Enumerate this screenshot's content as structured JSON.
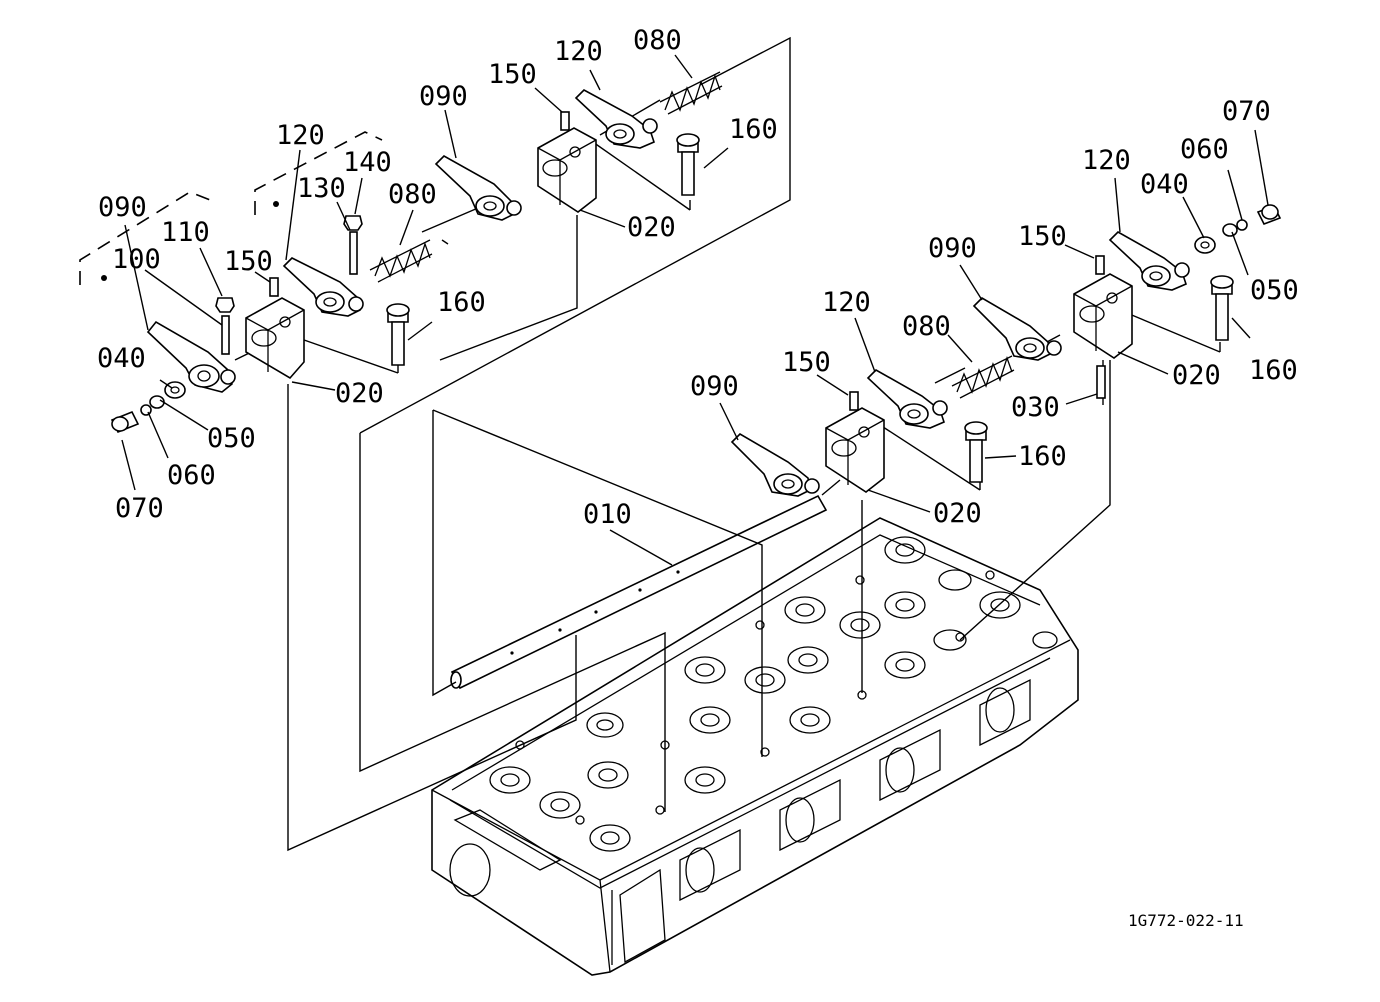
{
  "diagram": {
    "reference_code": "1G772-022-11",
    "labels": {
      "l010": "010",
      "l020a": "020",
      "l020b": "020",
      "l020c": "020",
      "l020d": "020",
      "l030": "030",
      "l040a": "040",
      "l040b": "040",
      "l050a": "050",
      "l050b": "050",
      "l060a": "060",
      "l060b": "060",
      "l070a": "070",
      "l070b": "070",
      "l080a": "080",
      "l080b": "080",
      "l080c": "080",
      "l090a": "090",
      "l090b": "090",
      "l090c": "090",
      "l090d": "090",
      "l100": "100",
      "l110": "110",
      "l120a": "120",
      "l120b": "120",
      "l120c": "120",
      "l120d": "120",
      "l130": "130",
      "l140": "140",
      "l150a": "150",
      "l150b": "150",
      "l150c": "150",
      "l150d": "150",
      "l160a": "160",
      "l160b": "160",
      "l160c": "160",
      "l160d": "160"
    }
  }
}
